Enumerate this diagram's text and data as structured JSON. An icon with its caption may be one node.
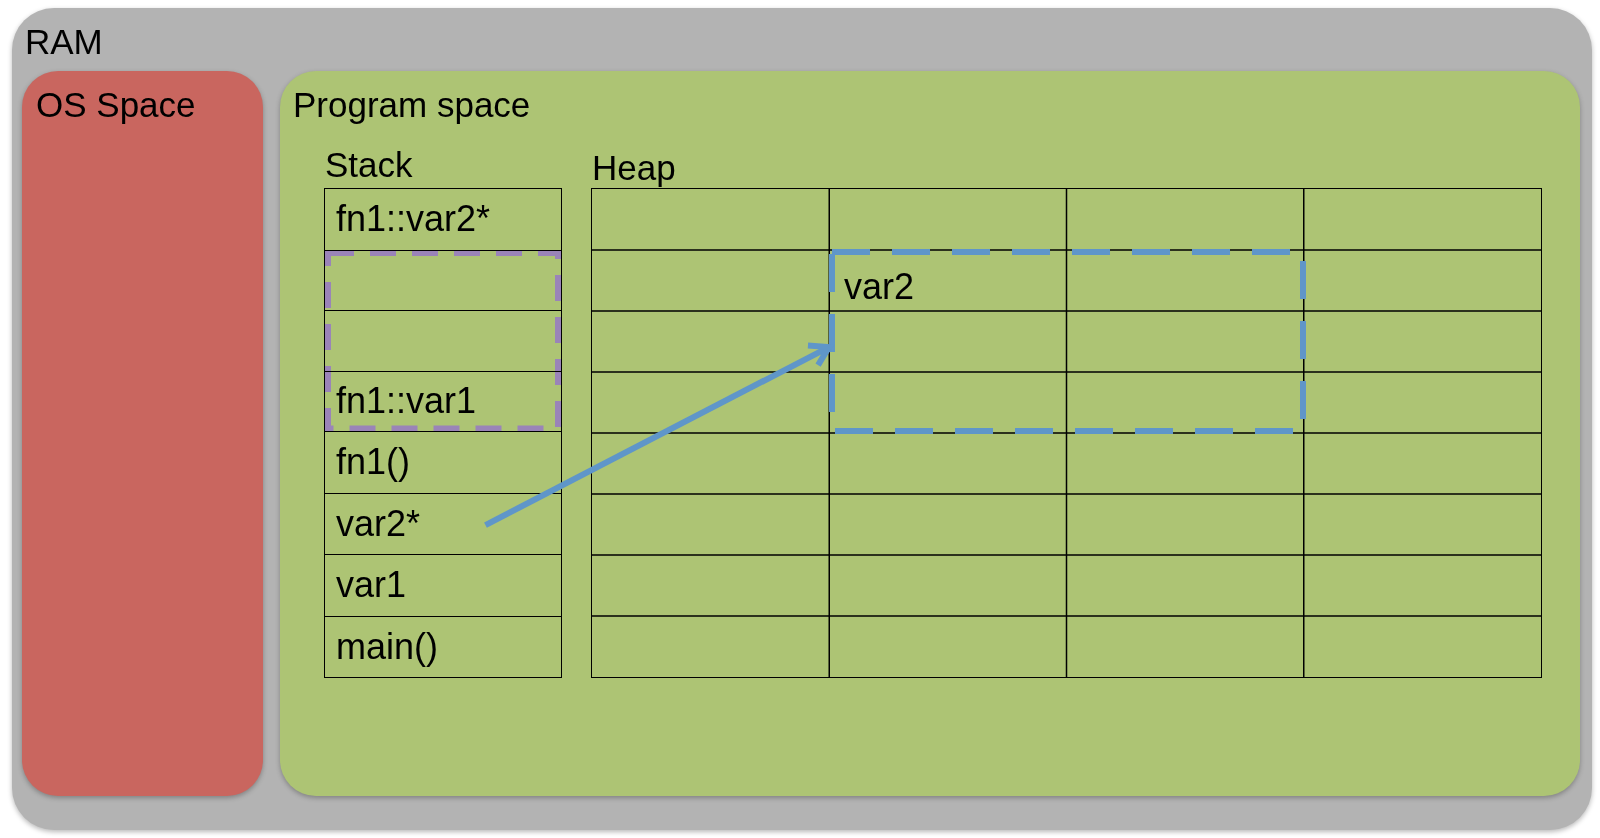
{
  "diagram": {
    "nodes": [
      {
        "text": [
          "RAM"
        ]
      },
      {
        "text": [
          "OS Space"
        ],
        "in": 0
      },
      {
        "text": [
          "Program space"
        ],
        "in": 0
      },
      {
        "text": [
          "Stack"
        ],
        "in": 2
      },
      {
        "text": [
          "fn1::var2*"
        ],
        "in": 3
      },
      {
        "text": [],
        "shape": "box",
        "in": 3
      },
      {
        "text": [],
        "shape": "box",
        "in": 5
      },
      {
        "text": [],
        "shape": "box",
        "in": 5
      },
      {
        "text": [
          "fn1::var1"
        ],
        "in": 5
      },
      {
        "text": [
          "fn1()"
        ],
        "in": 3
      },
      {
        "text": [
          "var2*"
        ],
        "in": 3
      },
      {
        "text": [
          "var1"
        ],
        "in": 3
      },
      {
        "text": [
          "main()"
        ],
        "in": 3
      },
      {
        "text": [
          "Heap"
        ],
        "in": 2
      },
      {
        "text": [
          "var2"
        ],
        "in": 13
      }
    ],
    "edges": [
      {
        "from": 10,
        "to": 14,
        "arrow": "to"
      }
    ]
  }
}
